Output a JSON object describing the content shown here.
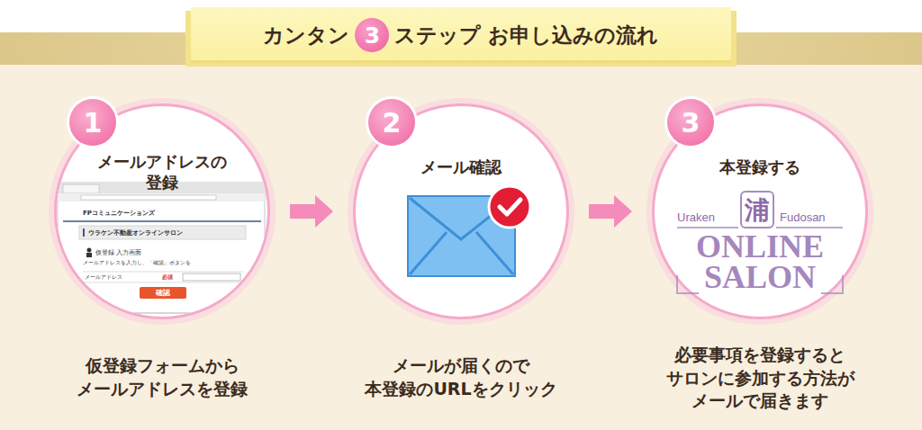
{
  "diagram": {
    "nodes": [
      {
        "text": [
          "カンタン",
          "3",
          "ステップ お申し込みの流れ"
        ]
      },
      {
        "text": [
          "1",
          "メールアドレスの 登録"
        ]
      },
      {
        "text": [
          "2",
          "メール確認"
        ]
      },
      {
        "text": [
          "3",
          "本登録する"
        ]
      }
    ],
    "edges": [
      {
        "from": 1,
        "to": 2,
        "arrow": "to"
      },
      {
        "from": 2,
        "to": 3,
        "arrow": "to"
      }
    ],
    "labels": [
      "FPコミュニケーションズ",
      "ウラケン不動産オンラインサロン",
      "仮登録 入力画面",
      "メールアドレスを入力し、「確認」ボタンを",
      "メールアドレス",
      "必須",
      "確認",
      "Uraken",
      "浦",
      "Fudosan",
      "ONLINE",
      "SALON",
      "仮登録フォームから メールアドレスを登録",
      "メールが届くので 本登録のURLをクリック",
      "必要事項を登録すると サロンに参加する方法が メールで届きます"
    ]
  }
}
